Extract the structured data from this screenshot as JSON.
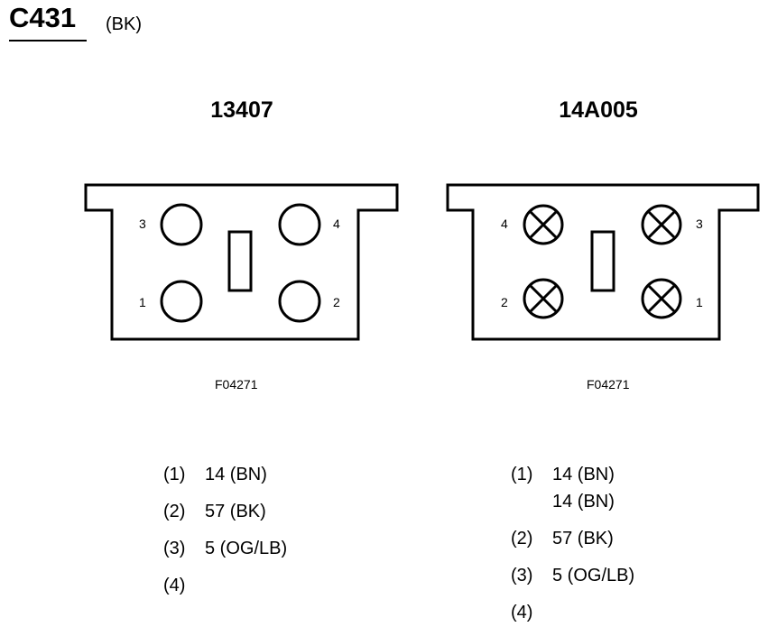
{
  "connector": {
    "id": "C431",
    "color": "(BK)"
  },
  "views": [
    {
      "part_number": "13407",
      "figure_id": "F04271",
      "pin_labels": [
        "3",
        "4",
        "1",
        "2"
      ],
      "pins": [
        {
          "index": "(1)",
          "wires": [
            "14 (BN)"
          ]
        },
        {
          "index": "(2)",
          "wires": [
            "57 (BK)"
          ]
        },
        {
          "index": "(3)",
          "wires": [
            "5 (OG/LB)"
          ]
        },
        {
          "index": "(4)",
          "wires": []
        }
      ]
    },
    {
      "part_number": "14A005",
      "figure_id": "F04271",
      "pin_labels": [
        "4",
        "3",
        "2",
        "1"
      ],
      "pins": [
        {
          "index": "(1)",
          "wires": [
            "14 (BN)",
            "14 (BN)"
          ]
        },
        {
          "index": "(2)",
          "wires": [
            "57 (BK)"
          ]
        },
        {
          "index": "(3)",
          "wires": [
            "5 (OG/LB)"
          ]
        },
        {
          "index": "(4)",
          "wires": []
        }
      ]
    }
  ]
}
